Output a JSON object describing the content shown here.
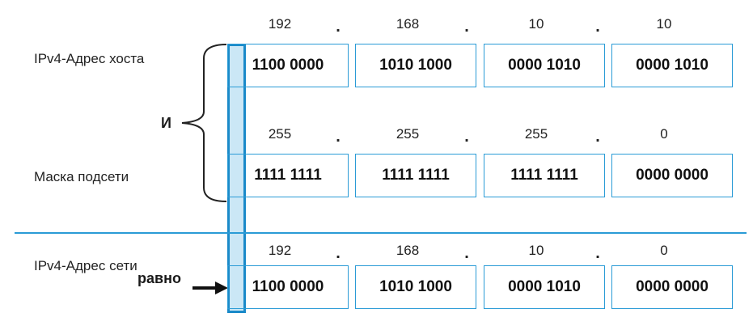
{
  "host": {
    "label": "IPv4-Адрес хоста",
    "decimal": [
      "192",
      "168",
      "10",
      "10"
    ],
    "binary": [
      "1100 0000",
      "1010 1000",
      "0000 1010",
      "0000 1010"
    ]
  },
  "mask": {
    "label": "Маска подсети",
    "decimal": [
      "255",
      "255",
      "255",
      "0"
    ],
    "binary": [
      "1111 1111",
      "1111 1111",
      "1111 1111",
      "0000 0000"
    ]
  },
  "network": {
    "label": "IPv4-Адрес сети",
    "decimal": [
      "192",
      "168",
      "10",
      "0"
    ],
    "binary": [
      "1100 0000",
      "1010 1000",
      "0000 1010",
      "0000 0000"
    ]
  },
  "operators": {
    "and": "И",
    "equals": "равно"
  },
  "separator": ".",
  "colors": {
    "accent": "#2a9bd6",
    "highlight_fill": "#cbe7f6",
    "highlight_border": "#1a8ac9"
  }
}
